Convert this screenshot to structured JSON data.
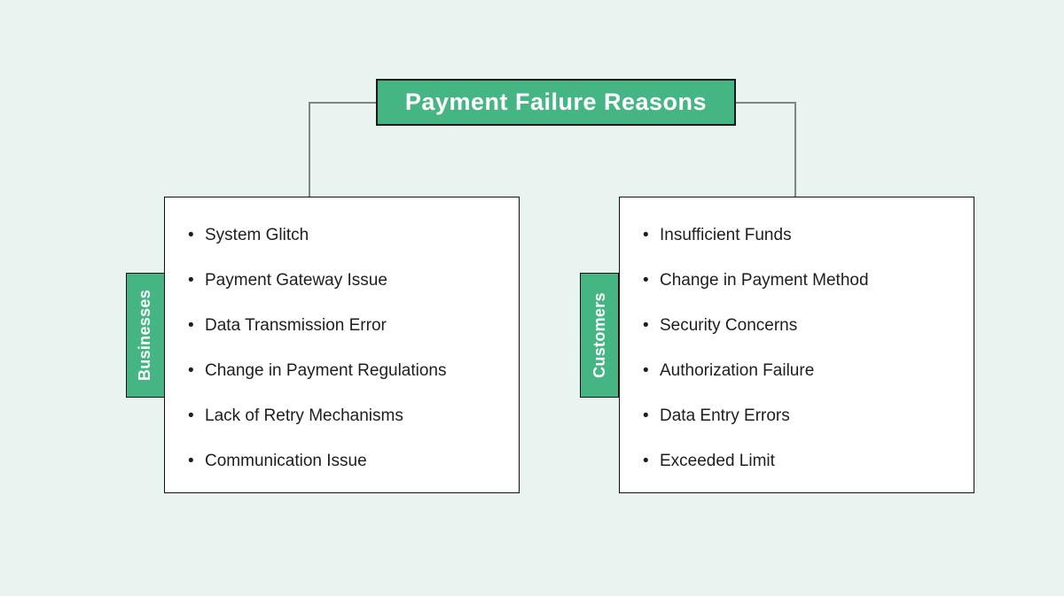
{
  "title": "Payment Failure Reasons",
  "colors": {
    "background": "#e9f3ef",
    "accent_green": "#45b584",
    "box_border": "#111111",
    "connector_gray": "#7f8485",
    "title_text": "#ffffff",
    "body_text": "#1e1e1e"
  },
  "groups": [
    {
      "label": "Businesses",
      "items": [
        "System Glitch",
        "Payment Gateway Issue",
        "Data Transmission Error",
        "Change in Payment Regulations",
        "Lack of Retry Mechanisms",
        "Communication Issue"
      ]
    },
    {
      "label": "Customers",
      "items": [
        "Insufficient Funds",
        "Change in Payment Method",
        "Security Concerns",
        "Authorization Failure",
        "Data Entry Errors",
        "Exceeded Limit"
      ]
    }
  ]
}
